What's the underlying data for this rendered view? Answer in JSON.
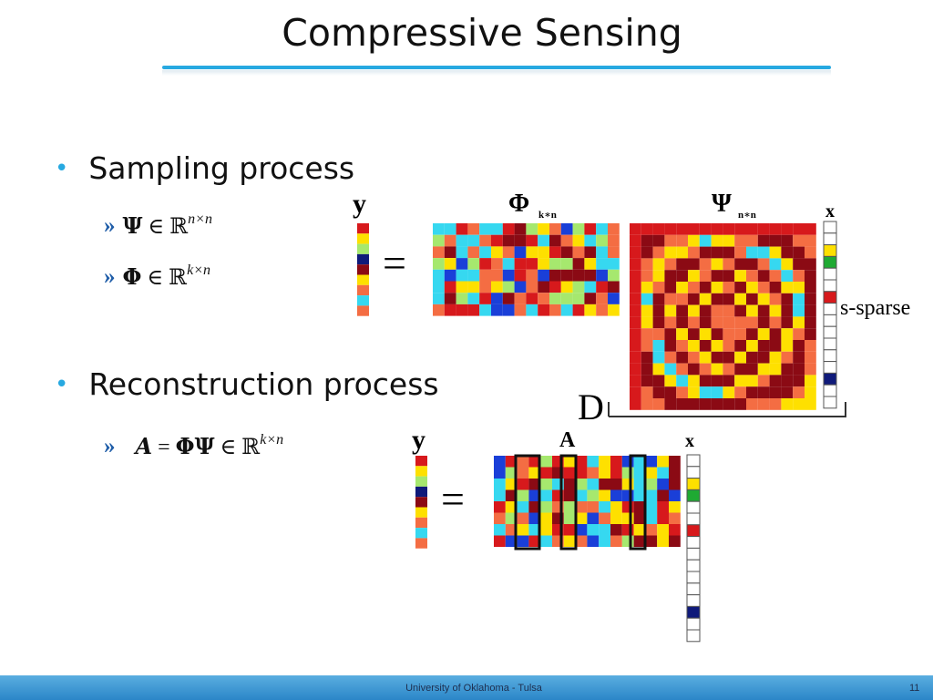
{
  "title": "Compressive Sensing",
  "bullets": {
    "sampling": "Sampling process",
    "reconstruction": "Reconstruction process"
  },
  "subitems": {
    "marker": "»",
    "psi": {
      "symbol": "Ψ",
      "relation": "∈",
      "set": "ℝ",
      "dims": "n×n"
    },
    "phi": {
      "symbol": "Φ",
      "relation": "∈",
      "set": "ℝ",
      "dims": "k×n"
    },
    "recon": {
      "lhs": "A",
      "eq": "=",
      "product": "ΦΨ",
      "relation": "∈",
      "set": "ℝ",
      "dims": "k×n"
    }
  },
  "figure": {
    "y_label": "y",
    "equals": "=",
    "phi_label": "Φ",
    "phi_sub": "k∗n",
    "psi_label": "Ψ",
    "psi_sub": "n∗n",
    "x_label": "x",
    "sparse_note": "s-sparse",
    "d_label": "D",
    "a_label": "A",
    "colors": {
      "red": "#d7191c",
      "orange": "#f46d43",
      "yellow": "#fee000",
      "cyan": "#36d8f0",
      "lightgreen": "#a6e86e",
      "blue": "#1a3fd8",
      "darkred": "#8b0a14",
      "navy": "#0f1a7a",
      "green": "#1faa33",
      "white": "#ffffff"
    }
  },
  "footer": {
    "text": "University of Oklahoma - Tulsa",
    "page": "11"
  }
}
